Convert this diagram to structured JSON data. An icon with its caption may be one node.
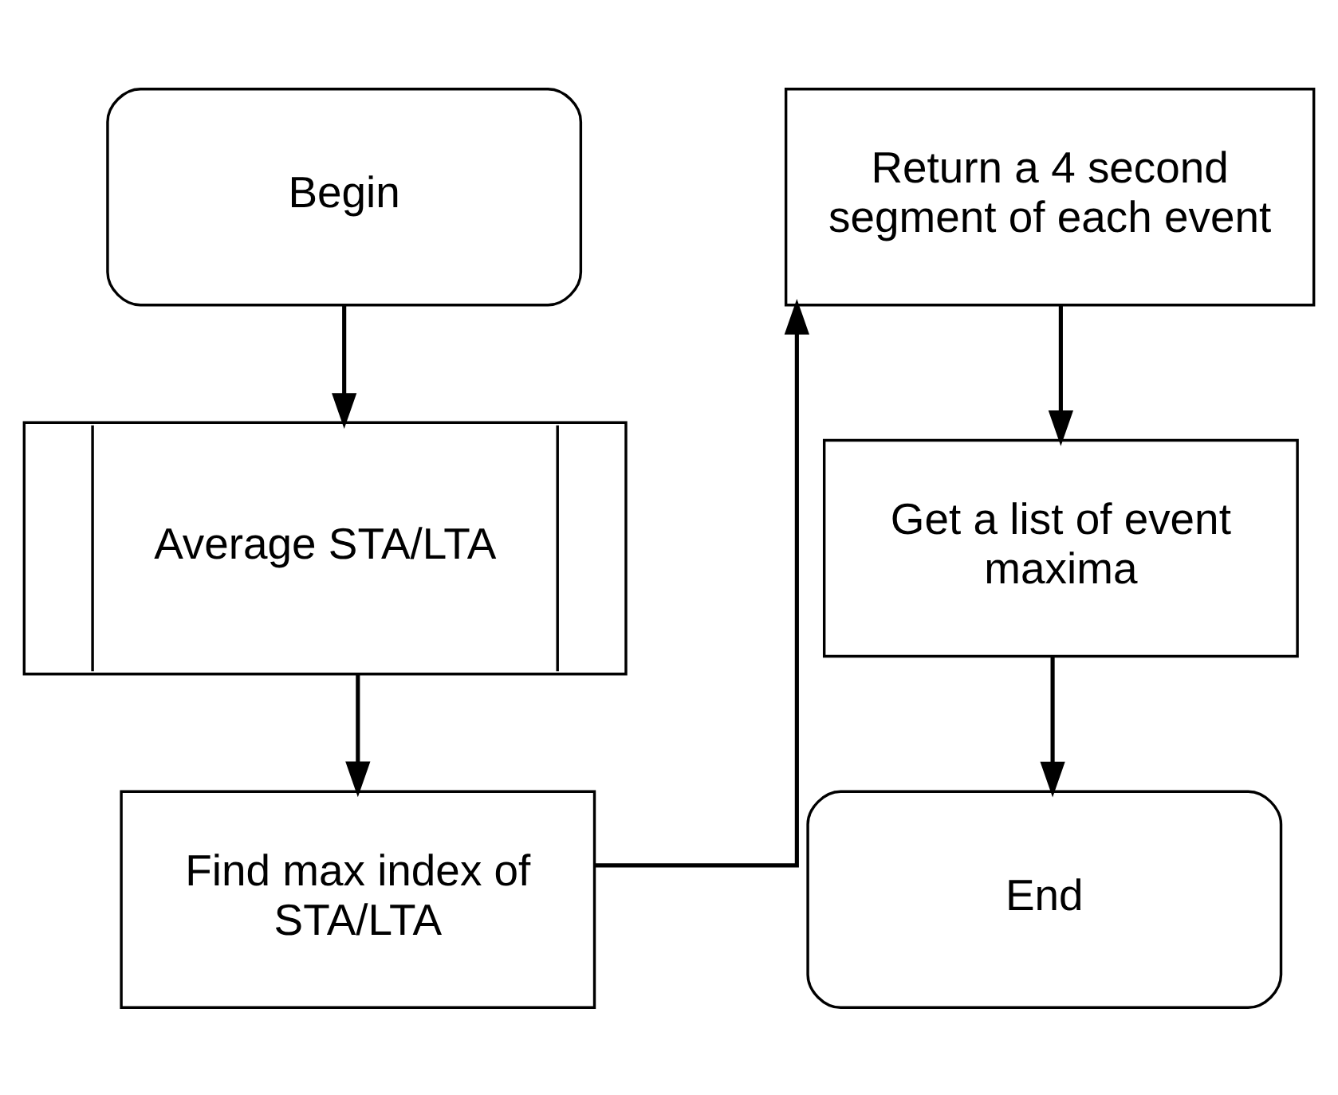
{
  "diagram": {
    "nodes": [
      {
        "text": [
          "Begin"
        ]
      },
      {
        "text": [
          "Average STA/LTA"
        ]
      },
      {
        "text": [
          "Find max index of STA/LTA"
        ]
      },
      {
        "text": [
          "Return a 4 second segment of each event"
        ]
      },
      {
        "text": [
          "Get a list of event maxima"
        ]
      },
      {
        "text": [
          "End"
        ]
      }
    ],
    "edges": [
      {
        "from": 0,
        "to": 1,
        "arrow": "to"
      },
      {
        "from": 1,
        "to": 2,
        "arrow": "to"
      },
      {
        "from": 2,
        "to": 3,
        "arrow": "to"
      },
      {
        "from": 3,
        "to": 4,
        "arrow": "to"
      },
      {
        "from": 4,
        "to": 5,
        "arrow": "to"
      }
    ]
  }
}
